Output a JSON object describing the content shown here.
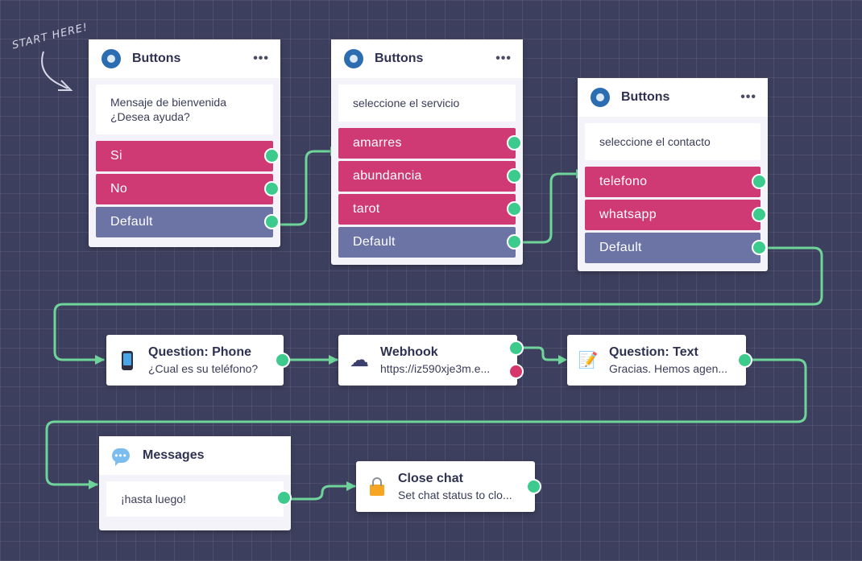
{
  "start_label": "START HERE!",
  "colors": {
    "option": "#cf3a74",
    "default_option": "#6c74a6",
    "port_ok": "#3ccb8c",
    "port_error": "#d6366c",
    "wire": "#6fd49a"
  },
  "buttons_nodes": [
    {
      "title": "Buttons",
      "menu": "•••",
      "message": "Mensaje de bienvenida ¿Desea ayuda?",
      "options": [
        {
          "label": "Si"
        },
        {
          "label": "No"
        },
        {
          "label": "Default"
        }
      ]
    },
    {
      "title": "Buttons",
      "menu": "•••",
      "message": "seleccione el servicio",
      "options": [
        {
          "label": "amarres"
        },
        {
          "label": "abundancia"
        },
        {
          "label": "tarot"
        },
        {
          "label": "Default"
        }
      ]
    },
    {
      "title": "Buttons",
      "menu": "•••",
      "message": "seleccione el contacto",
      "options": [
        {
          "label": "telefono"
        },
        {
          "label": "whatsapp"
        },
        {
          "label": "Default"
        }
      ]
    }
  ],
  "question_phone": {
    "title": "Question: Phone",
    "subtitle": "¿Cual es su teléfono?",
    "icon": "phone-icon"
  },
  "webhook": {
    "title": "Webhook",
    "subtitle": "https://iz590xje3m.e...",
    "icon": "cloud-icon"
  },
  "question_text": {
    "title": "Question: Text",
    "subtitle": "Gracias. Hemos agen...",
    "icon": "memo-icon"
  },
  "messages": {
    "title": "Messages",
    "message": "¡hasta luego!",
    "icon": "speech-bubble-icon"
  },
  "close_chat": {
    "title": "Close chat",
    "subtitle": "Set chat status to clo...",
    "icon": "lock-icon"
  }
}
